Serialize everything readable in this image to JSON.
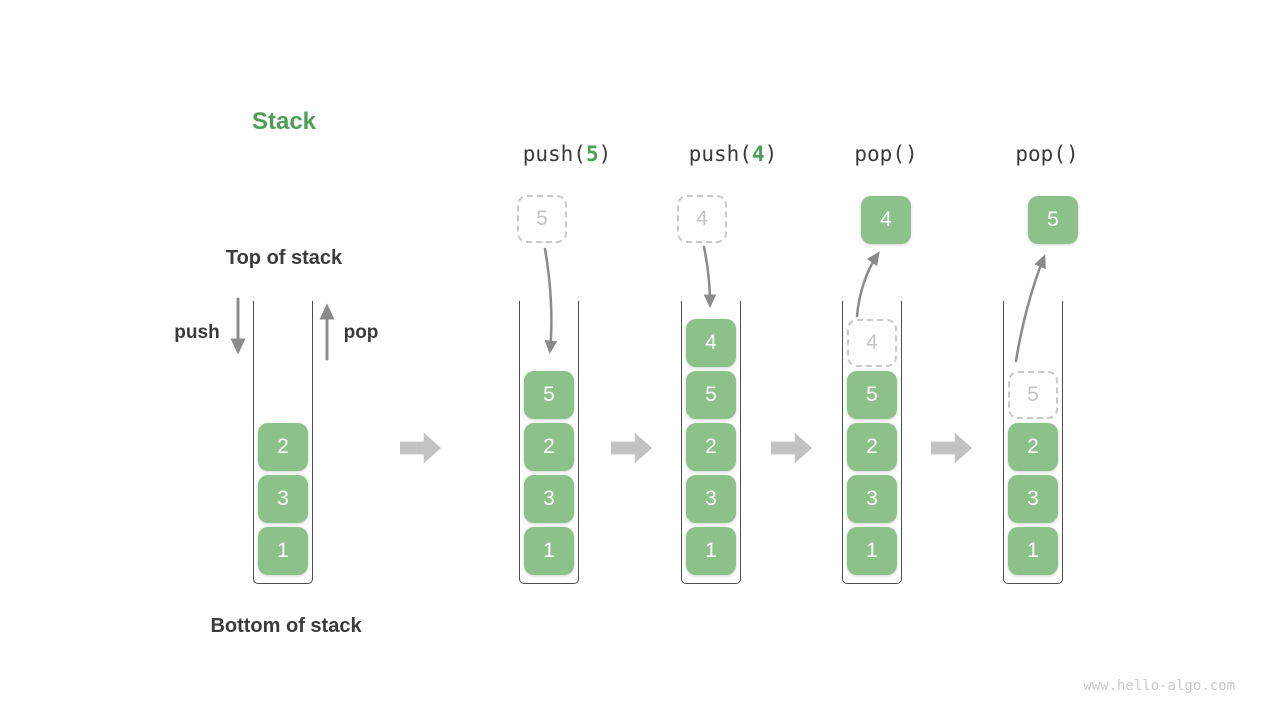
{
  "page": {
    "title": "Stack",
    "watermark": "www.hello-algo.com"
  },
  "colors": {
    "box_green": "#8cc18a",
    "accent_green": "#4d9e56",
    "text_dark": "#3b3b3b",
    "arrow_gray": "#8b8b8b",
    "block_arrow_gray": "#c3c3c3",
    "dashed_gray": "#c9c9c9",
    "wall_gray": "#4e4e4e"
  },
  "base": {
    "top_label": "Top of stack",
    "bottom_label": "Bottom of stack",
    "push_arrow_label": "push",
    "pop_arrow_label": "pop",
    "stack": [
      {
        "value": "2"
      },
      {
        "value": "3"
      },
      {
        "value": "1"
      }
    ]
  },
  "steps": [
    {
      "op_pre": "push(",
      "op_arg": "5",
      "op_post": ")",
      "float": {
        "value": "5"
      },
      "stack": [
        {
          "value": "5"
        },
        {
          "value": "2"
        },
        {
          "value": "3"
        },
        {
          "value": "1"
        }
      ]
    },
    {
      "op_pre": "push(",
      "op_arg": "4",
      "op_post": ")",
      "float": {
        "value": "4"
      },
      "stack": [
        {
          "value": "4"
        },
        {
          "value": "5"
        },
        {
          "value": "2"
        },
        {
          "value": "3"
        },
        {
          "value": "1"
        }
      ]
    },
    {
      "op": "pop()",
      "float": {
        "value": "4"
      },
      "stack": [
        {
          "value": "4"
        },
        {
          "value": "5"
        },
        {
          "value": "2"
        },
        {
          "value": "3"
        },
        {
          "value": "1"
        }
      ]
    },
    {
      "op": "pop()",
      "float": {
        "value": "5"
      },
      "stack": [
        {
          "value": "5"
        },
        {
          "value": "2"
        },
        {
          "value": "3"
        },
        {
          "value": "1"
        }
      ]
    }
  ]
}
